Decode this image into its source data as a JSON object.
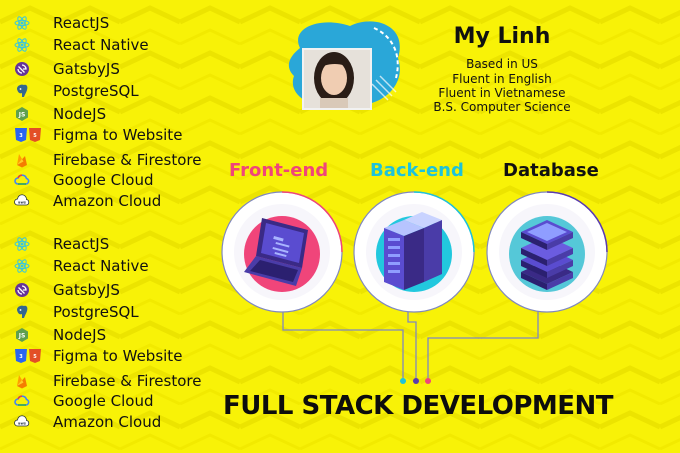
{
  "tech_lists": [
    {
      "items": [
        {
          "label": "ReactJS",
          "icon": "react-icon"
        },
        {
          "label": "React Native",
          "icon": "react-native-icon"
        },
        {
          "label": "GatsbyJS",
          "icon": "gatsby-icon"
        },
        {
          "label": "PostgreSQL",
          "icon": "postgresql-icon"
        },
        {
          "label": "NodeJS",
          "icon": "nodejs-icon"
        },
        {
          "label": "Figma to Website",
          "icon": "css-html-icon"
        },
        {
          "label": "Firebase & Firestore",
          "icon": "firebase-icon"
        },
        {
          "label": "Google Cloud",
          "icon": "google-cloud-icon"
        },
        {
          "label": "Amazon Cloud",
          "icon": "aws-icon"
        }
      ]
    },
    {
      "items": [
        {
          "label": "ReactJS",
          "icon": "react-icon"
        },
        {
          "label": "React Native",
          "icon": "react-native-icon"
        },
        {
          "label": "GatsbyJS",
          "icon": "gatsby-icon"
        },
        {
          "label": "PostgreSQL",
          "icon": "postgresql-icon"
        },
        {
          "label": "NodeJS",
          "icon": "nodejs-icon"
        },
        {
          "label": "Figma to Website",
          "icon": "css-html-icon"
        },
        {
          "label": "Firebase & Firestore",
          "icon": "firebase-icon"
        },
        {
          "label": "Google Cloud",
          "icon": "google-cloud-icon"
        },
        {
          "label": "Amazon Cloud",
          "icon": "aws-icon"
        }
      ]
    }
  ],
  "profile": {
    "name": "My Linh",
    "details": [
      "Based in US",
      "Fluent in English",
      "Fluent in Vietnamese",
      "B.S. Computer Science"
    ]
  },
  "sections": [
    {
      "label": "Front-end",
      "color": "#f0457a",
      "icon": "laptop-icon"
    },
    {
      "label": "Back-end",
      "color": "#1ec3d9",
      "icon": "server-icon"
    },
    {
      "label": "Database",
      "color": "#111111",
      "icon": "database-icon"
    }
  ],
  "main_title": "FULL STACK DEVELOPMENT",
  "colors": {
    "background": "#f8f207",
    "pink": "#f0457a",
    "cyan": "#1ec3d9",
    "purple": "#5a3bb0",
    "circuit": "#7f8ac0"
  }
}
